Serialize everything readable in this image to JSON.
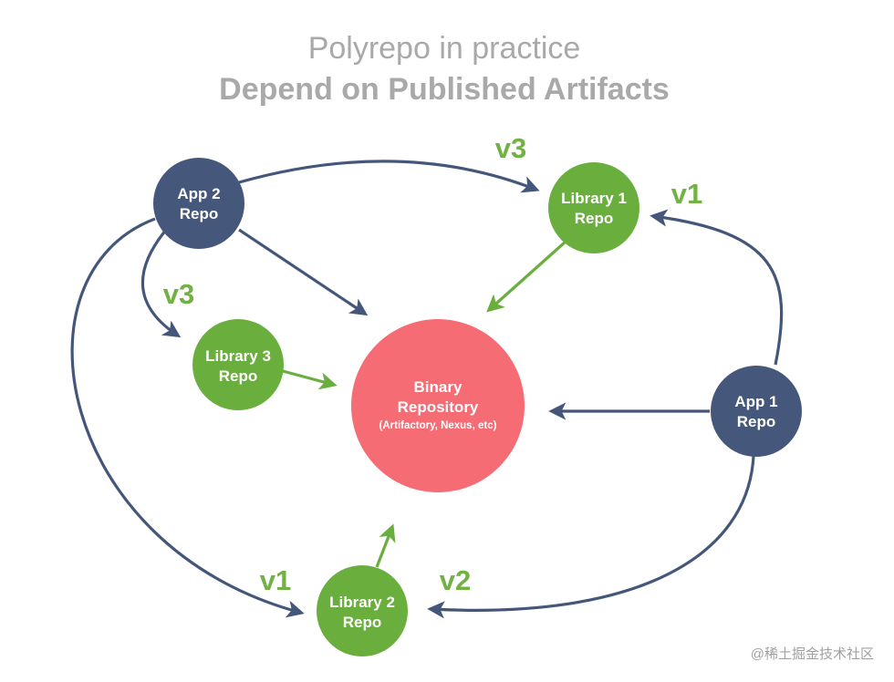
{
  "title": {
    "line1": "Polyrepo in practice",
    "line2": "Depend on Published Artifacts"
  },
  "nodes": {
    "app2": {
      "line1": "App 2",
      "line2": "Repo",
      "color": "#45577a"
    },
    "app1": {
      "line1": "App 1",
      "line2": "Repo",
      "color": "#45577a"
    },
    "lib1": {
      "line1": "Library 1",
      "line2": "Repo",
      "color": "#6aae3e"
    },
    "lib2": {
      "line1": "Library 2",
      "line2": "Repo",
      "color": "#6aae3e"
    },
    "lib3": {
      "line1": "Library 3",
      "line2": "Repo",
      "color": "#6aae3e"
    },
    "binary": {
      "line1": "Binary",
      "line2": "Repository",
      "line3": "(Artifactory, Nexus, etc)",
      "color": "#f66c74"
    }
  },
  "versions": {
    "app2_to_lib1": "v3",
    "app2_to_lib3": "v3",
    "app1_to_lib1": "v1",
    "app2_to_lib2": "v1",
    "app1_to_lib2": "v2"
  },
  "colors": {
    "app_edge": "#44577b",
    "lib_edge": "#6aae3e",
    "version_text": "#72b143",
    "title_text": "#a9a9a9"
  },
  "watermark": "@稀土掘金技术社区"
}
